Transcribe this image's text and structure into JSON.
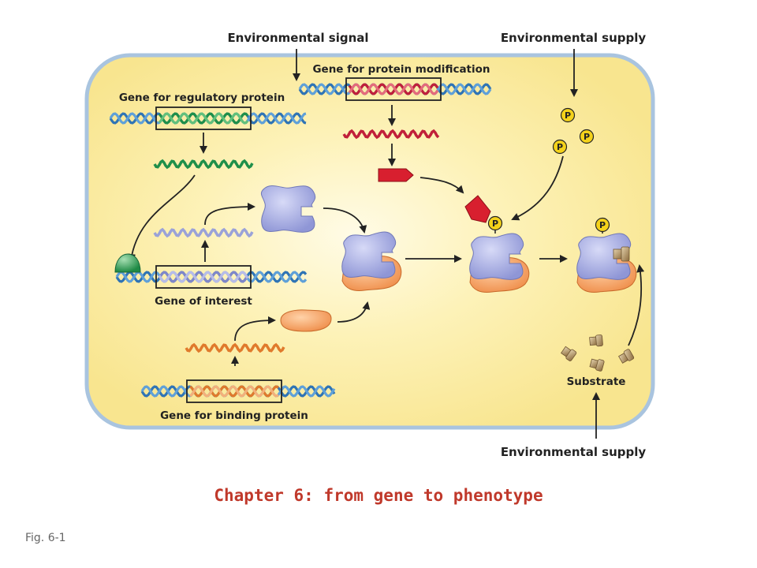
{
  "labels": {
    "environmental_signal": "Environmental signal",
    "environmental_supply_top": "Environmental supply",
    "environmental_supply_bottom": "Environmental supply",
    "gene_protein_modification": "Gene for protein modification",
    "gene_regulatory_protein": "Gene for regulatory protein",
    "gene_of_interest": "Gene of interest",
    "gene_binding_protein": "Gene for binding protein",
    "substrate": "Substrate",
    "phosphate": "P"
  },
  "caption": "Chapter 6:  from gene to phenotype",
  "figure_ref": "Fig. 6-1",
  "colors": {
    "cell_fill": "#fbeea6",
    "cell_border": "#a9c4df",
    "dna_blue": "#2f74b5",
    "mrna_green": "#1f8f4a",
    "mrna_red": "#c0203a",
    "mrna_lavender": "#9aa2d8",
    "mrna_orange": "#e07a2c",
    "protein_lavender": "#a9aee6",
    "protein_orange": "#f5a66a",
    "modifier_red": "#d81f2f",
    "phosphate_yellow": "#f4d21a",
    "substrate_brown": "#b79a6a",
    "caption_red": "#c0392b"
  }
}
